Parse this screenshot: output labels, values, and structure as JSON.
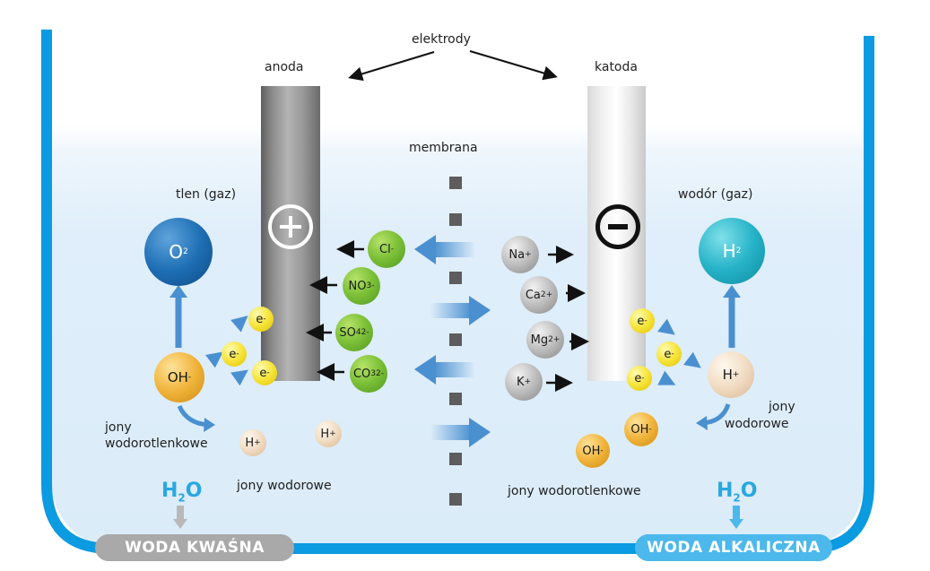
{
  "title_label": "elektrody",
  "anode": {
    "label": "anoda",
    "sign": "+",
    "gas_label": "tlen (gaz)",
    "gas": "O",
    "gas_sub": "2"
  },
  "cathode": {
    "label": "katoda",
    "sign": "−",
    "gas_label": "wodór (gaz)",
    "gas": "H",
    "gas_sub": "2"
  },
  "membrane_label": "membrana",
  "anions": [
    {
      "base": "Cl",
      "sub": "",
      "charge": "-"
    },
    {
      "base": "NO",
      "sub": "3",
      "charge": "-"
    },
    {
      "base": "SO",
      "sub": "4",
      "charge": "2-"
    },
    {
      "base": "CO",
      "sub": "3",
      "charge": "2-"
    }
  ],
  "cations": [
    {
      "base": "Na",
      "charge": "+"
    },
    {
      "base": "Ca",
      "charge": "2+"
    },
    {
      "base": "Mg",
      "charge": "2+"
    },
    {
      "base": "K",
      "charge": "+"
    }
  ],
  "electron": {
    "base": "e",
    "charge": "-"
  },
  "hydroxide": {
    "base": "OH",
    "charge": "-"
  },
  "hydrogen_ion": {
    "base": "H",
    "charge": "+"
  },
  "left": {
    "ion_label_line1": "jony",
    "ion_label_line2": "wodorotlenkowe",
    "bottom_label": "jony wodorowe",
    "water": "H",
    "water_sub": "2",
    "water_tail": "O",
    "output": "WODA KWAŚNA"
  },
  "right": {
    "ion_label_line1": "jony",
    "ion_label_line2": "wodorowe",
    "bottom_label": "jony wodorotlenkowe",
    "water": "H",
    "water_sub": "2",
    "water_tail": "O",
    "output": "WODA ALKALICZNA"
  },
  "colors": {
    "tank_border": "#0b9be0",
    "flow_arrow": "#4a90d0",
    "acid": "#a9a9a9",
    "alkaline": "#4cb8ec"
  }
}
